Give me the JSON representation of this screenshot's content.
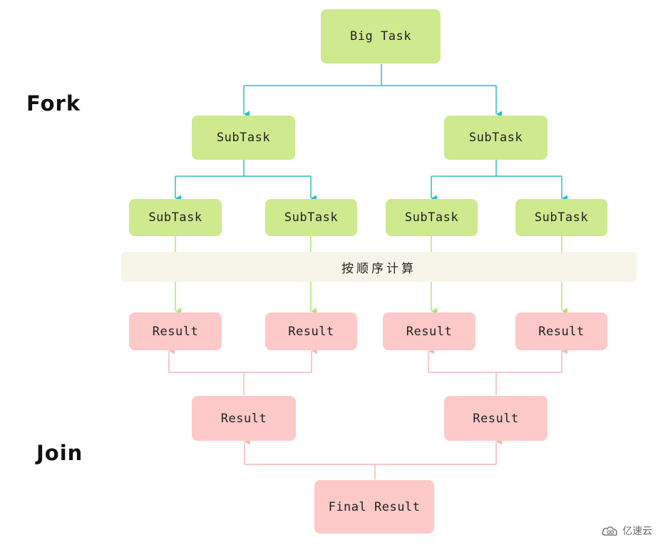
{
  "labels": {
    "fork": "Fork",
    "join": "Join"
  },
  "nodes": {
    "big_task": "Big Task",
    "subtask_l1_left": "SubTask",
    "subtask_l1_right": "SubTask",
    "subtask_l2_1": "SubTask",
    "subtask_l2_2": "SubTask",
    "subtask_l2_3": "SubTask",
    "subtask_l2_4": "SubTask",
    "result_l1_1": "Result",
    "result_l1_2": "Result",
    "result_l1_3": "Result",
    "result_l1_4": "Result",
    "result_l2_left": "Result",
    "result_l2_right": "Result",
    "final_result": "Final Result"
  },
  "band": {
    "text": "按顺序计算"
  },
  "watermark": {
    "text": "亿速云"
  },
  "colors": {
    "task_fill": "#cfe98f",
    "result_fill": "#fdc9c9",
    "fork_arrow": "#2bbfc0",
    "compute_arrow": "#a6ec6a",
    "join_arrow": "#f5b7b7"
  }
}
